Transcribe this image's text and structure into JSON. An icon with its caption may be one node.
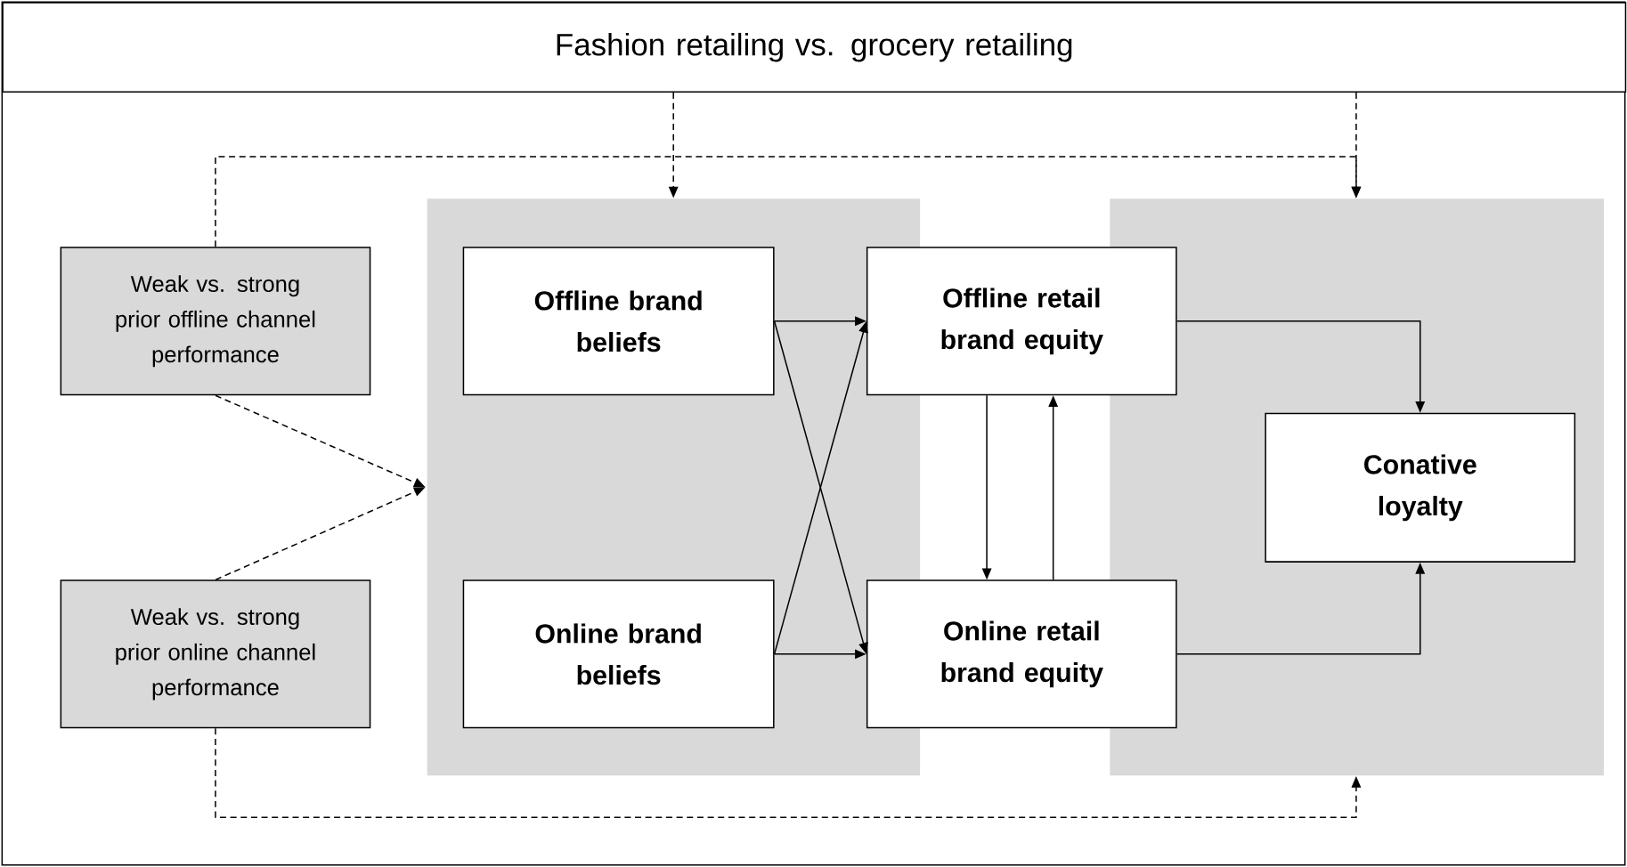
{
  "diagram": {
    "nodes": [
      {
        "text": [
          "Fashion retailing vs. grocery retailing"
        ]
      },
      {
        "text": [],
        "shape": "box"
      },
      {
        "text": [],
        "shape": "box"
      },
      {
        "text": [
          "Weak vs. strong prior offline channel performance"
        ]
      },
      {
        "text": [
          "Weak vs. strong prior online channel performance"
        ]
      },
      {
        "text": [
          "Offline brand beliefs"
        ],
        "in": 1
      },
      {
        "text": [
          "Online brand beliefs"
        ],
        "in": 1
      },
      {
        "text": [
          "Offline retail brand equity"
        ]
      },
      {
        "text": [
          "Online retail brand equity"
        ]
      },
      {
        "text": [
          "Conative loyalty"
        ],
        "in": 2
      }
    ],
    "edges": [
      {
        "from": 0,
        "to": 1,
        "arrow": "to",
        "style": "dashed"
      },
      {
        "from": 0,
        "to": 2,
        "arrow": "to",
        "style": "dashed"
      },
      {
        "from": 3,
        "to": 2,
        "arrow": "to",
        "style": "dashed"
      },
      {
        "from": 3,
        "to": 1,
        "arrow": "to",
        "style": "dashed"
      },
      {
        "from": 4,
        "to": 1,
        "arrow": "to",
        "style": "dashed"
      },
      {
        "from": 4,
        "to": 2,
        "arrow": "to",
        "style": "dashed"
      },
      {
        "from": 5,
        "to": 7,
        "arrow": "to"
      },
      {
        "from": 5,
        "to": 8,
        "arrow": "to"
      },
      {
        "from": 6,
        "to": 7,
        "arrow": "to"
      },
      {
        "from": 6,
        "to": 8,
        "arrow": "to"
      },
      {
        "from": 7,
        "to": 8,
        "arrow": "to"
      },
      {
        "from": 8,
        "to": 7,
        "arrow": "to"
      },
      {
        "from": 7,
        "to": 9,
        "arrow": "to"
      },
      {
        "from": 8,
        "to": 9,
        "arrow": "to"
      }
    ]
  }
}
